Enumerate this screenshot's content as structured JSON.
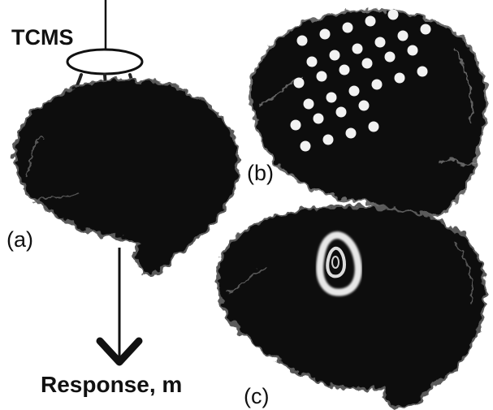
{
  "figure": {
    "coil_label": "TCMS",
    "output_label": "Response, m",
    "panel_a_label": "(a)",
    "panel_b_label": "(b)",
    "panel_c_label": "(c)",
    "colors": {
      "brain": "#0b0b0b",
      "brain_edge": "#4a4a4a",
      "background": "#ffffff",
      "highlight": "#e6e6e6"
    }
  }
}
